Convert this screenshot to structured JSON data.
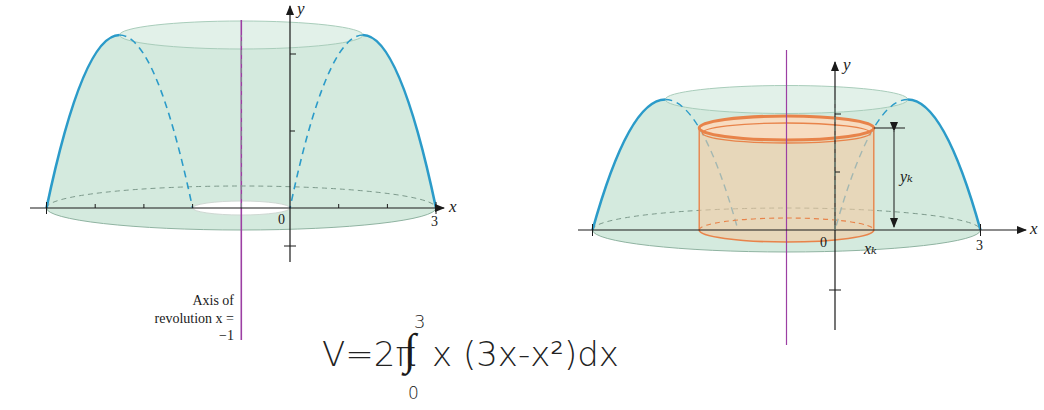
{
  "diagram": {
    "labels": [
      "y",
      "x",
      "0",
      "3",
      "Axis of revolution x = −1",
      "y",
      "x",
      "yₖ",
      "0",
      "xₖ",
      "3",
      "3",
      "V=2π",
      "∫",
      "x (3x-x²)dx",
      "0"
    ]
  }
}
